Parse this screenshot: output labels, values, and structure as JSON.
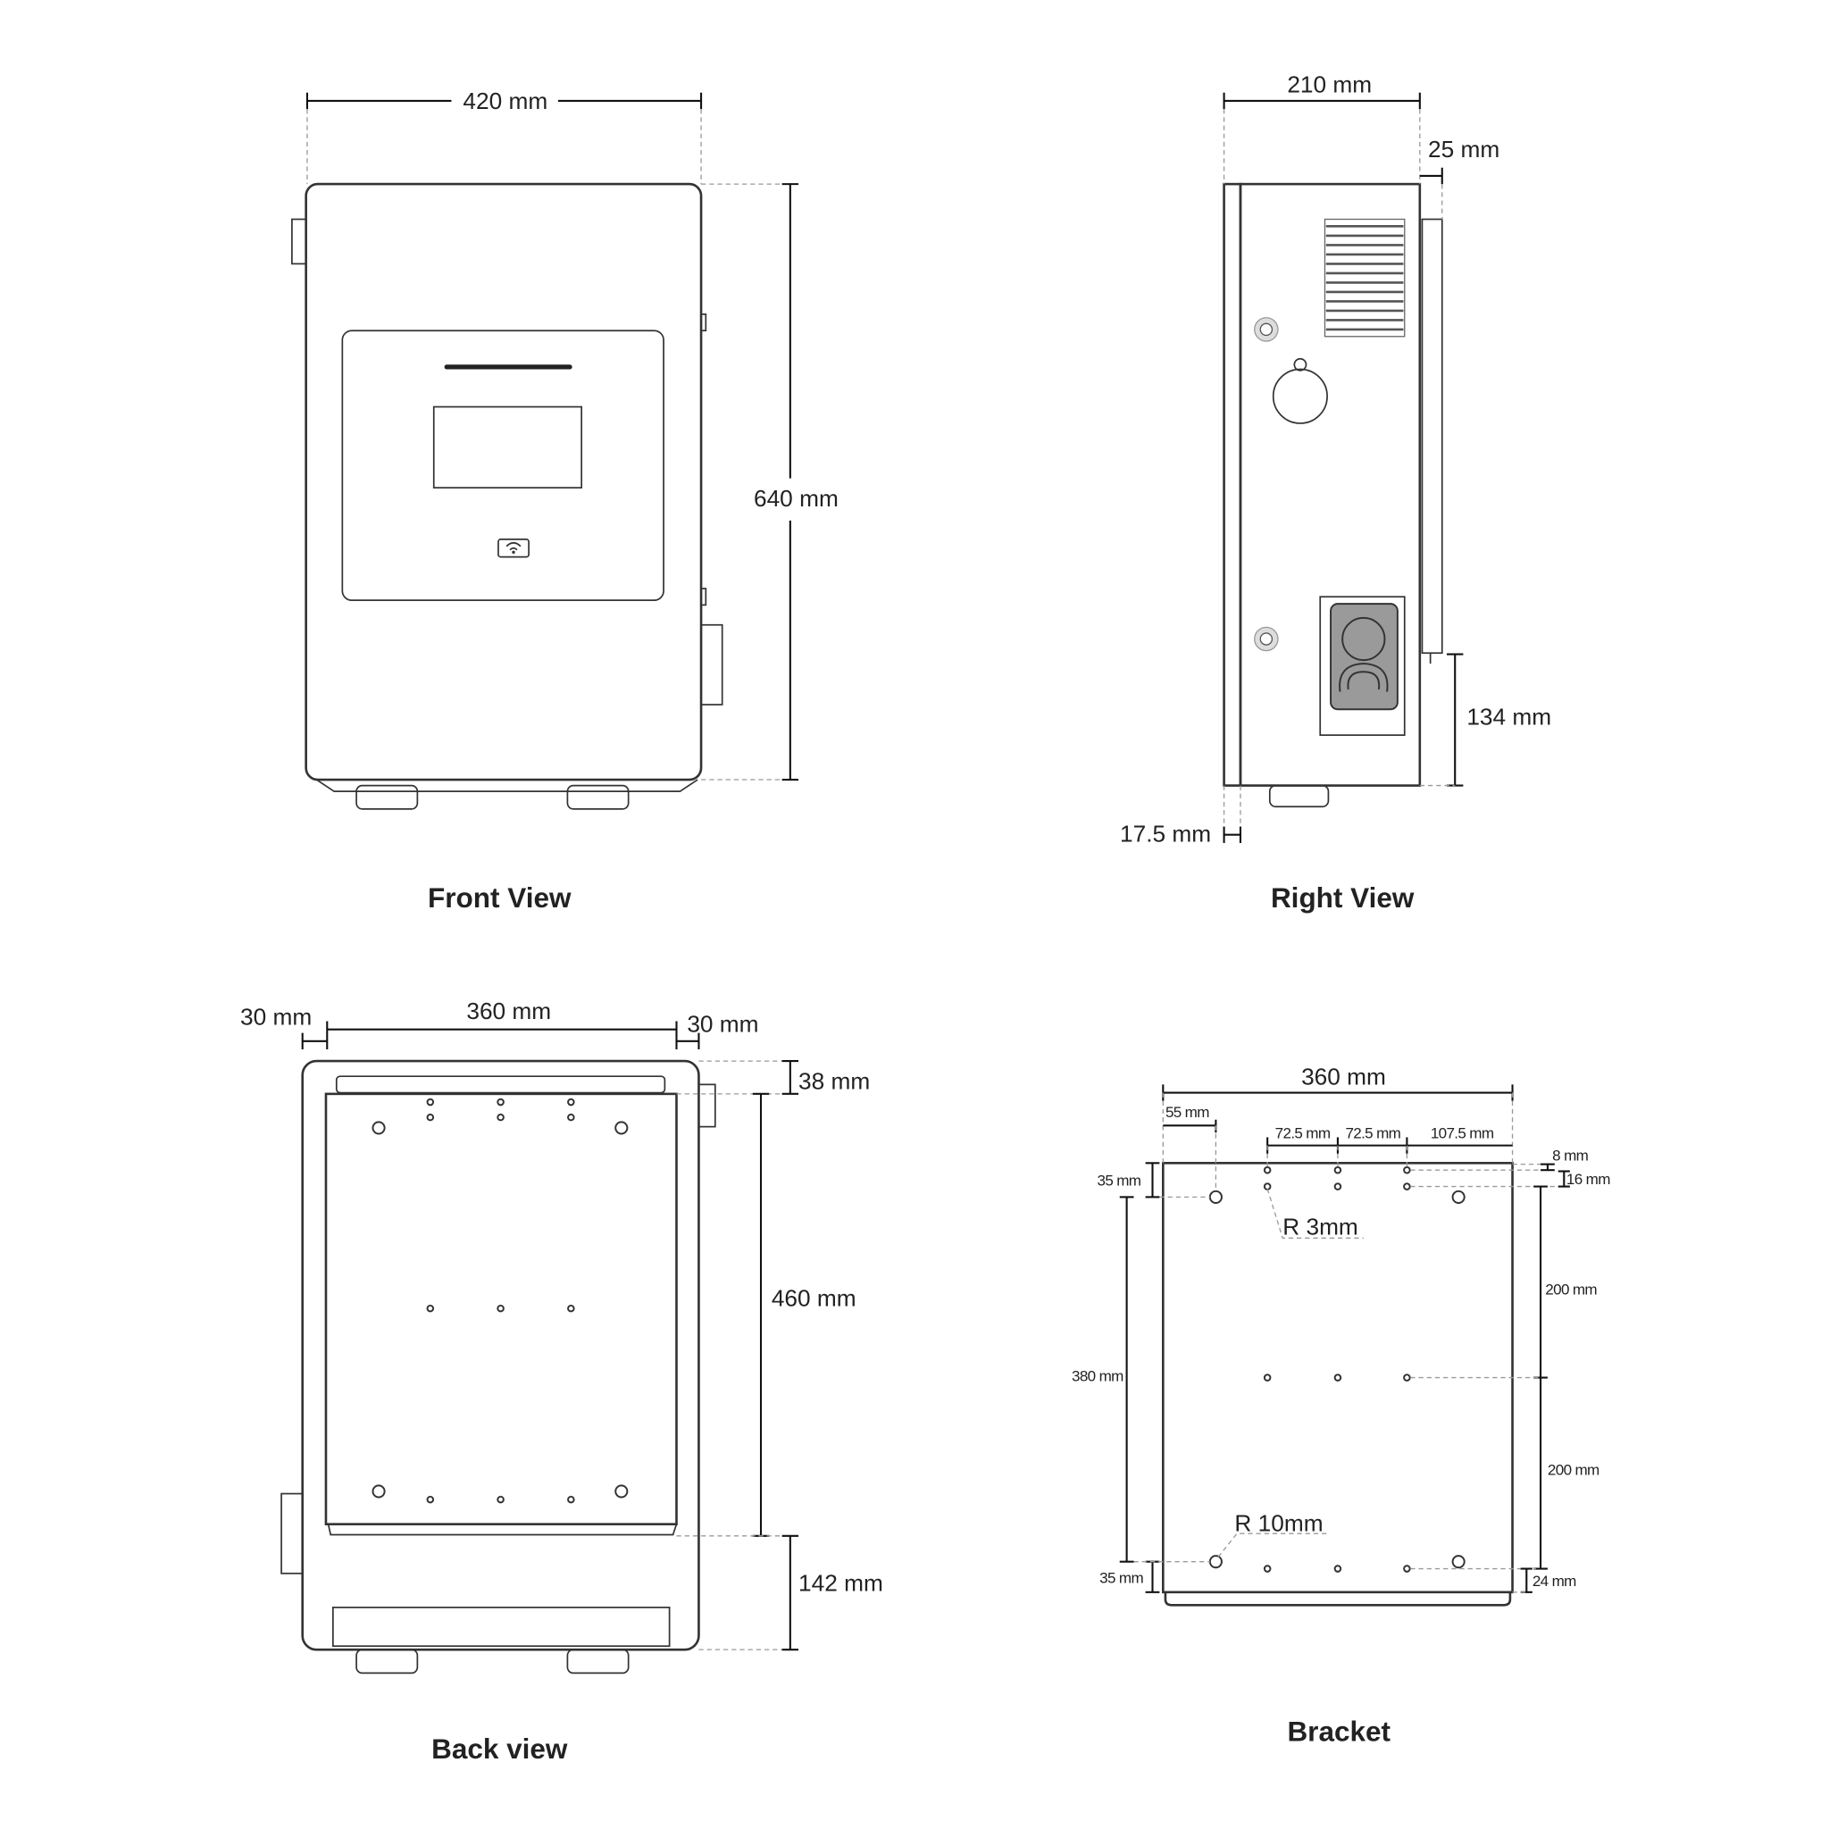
{
  "views": {
    "front": {
      "title": "Front View",
      "width": "420 mm",
      "height": "640 mm"
    },
    "right": {
      "title": "Right View",
      "depth": "210 mm",
      "bracket_depth": "25 mm",
      "bottom_offset": "134 mm",
      "front_offset": "17.5 mm"
    },
    "back": {
      "title": "Back view",
      "left_margin": "30 mm",
      "bracket_width": "360 mm",
      "right_margin": "30 mm",
      "top_offset": "38 mm",
      "bracket_height": "460 mm",
      "bottom_offset": "142 mm"
    },
    "bracket": {
      "title": "Bracket",
      "width": "360 mm",
      "hole_x_first": "55 mm",
      "spacing_1": "72.5 mm",
      "spacing_2": "72.5 mm",
      "spacing_3": "107.5 mm",
      "top_8": "8 mm",
      "top_16": "16 mm",
      "top_35": "35 mm",
      "vert_380": "380 mm",
      "vert_200_a": "200 mm",
      "vert_200_b": "200 mm",
      "bottom_35": "35 mm",
      "bottom_24": "24 mm",
      "radius_small": "R 3mm",
      "radius_large": "R 10mm"
    }
  },
  "colors": {
    "line": "#333333",
    "dashed": "#999999",
    "connector_fill": "#9a9a9a"
  }
}
